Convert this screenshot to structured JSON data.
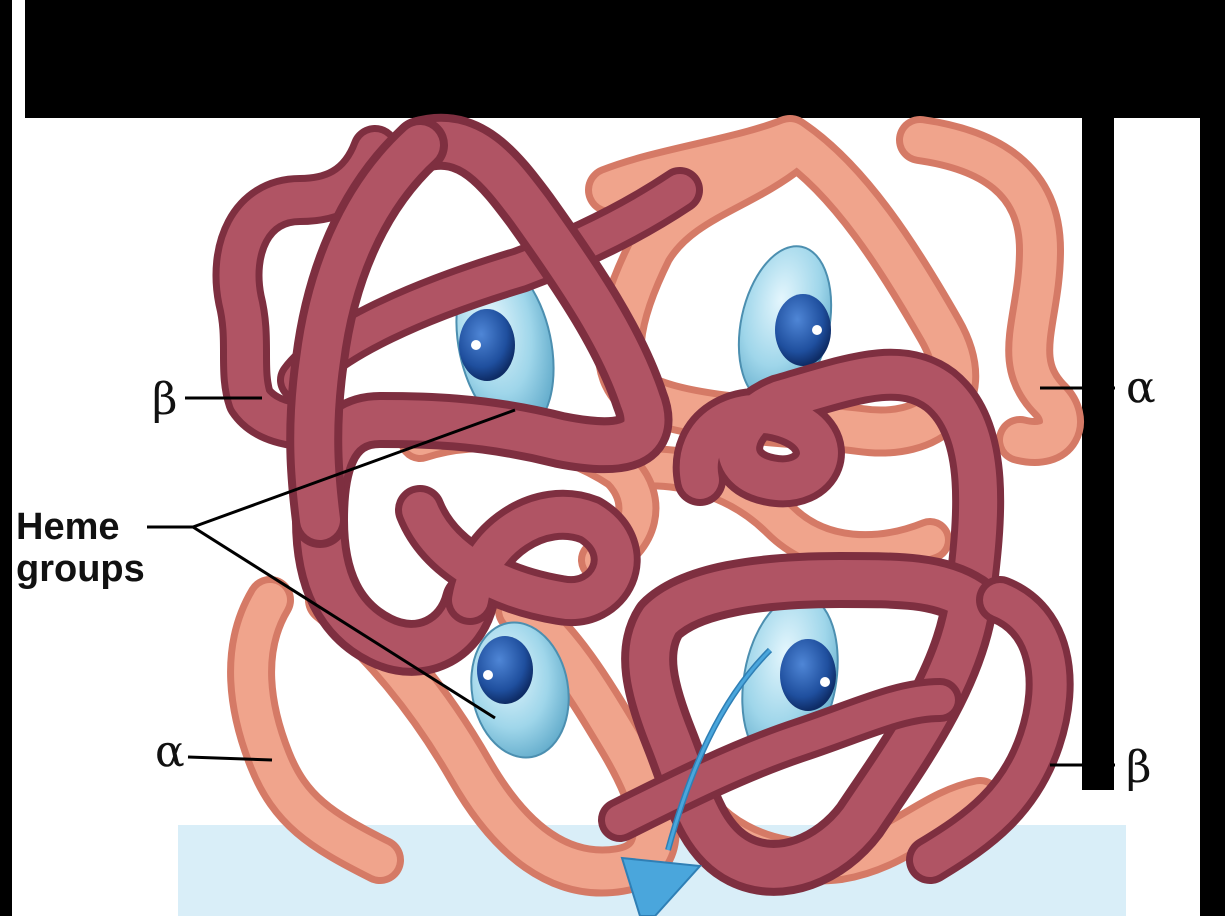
{
  "labels": {
    "beta_top_left": "β",
    "alpha_top_right": "α",
    "alpha_bottom_left": "α",
    "beta_bottom_right": "β",
    "heme_line1": "Heme",
    "heme_line2": "groups"
  },
  "colors": {
    "beta_subunit": "#b05464",
    "beta_subunit_dark": "#7e2f40",
    "alpha_subunit": "#f0a48c",
    "alpha_subunit_dark": "#d57a66",
    "heme_disc": "#9fd6ea",
    "heme_center": "#1f4f9e",
    "arrow": "#4aa6dc",
    "frame": "#000000",
    "backdrop": "#d9eef8"
  }
}
